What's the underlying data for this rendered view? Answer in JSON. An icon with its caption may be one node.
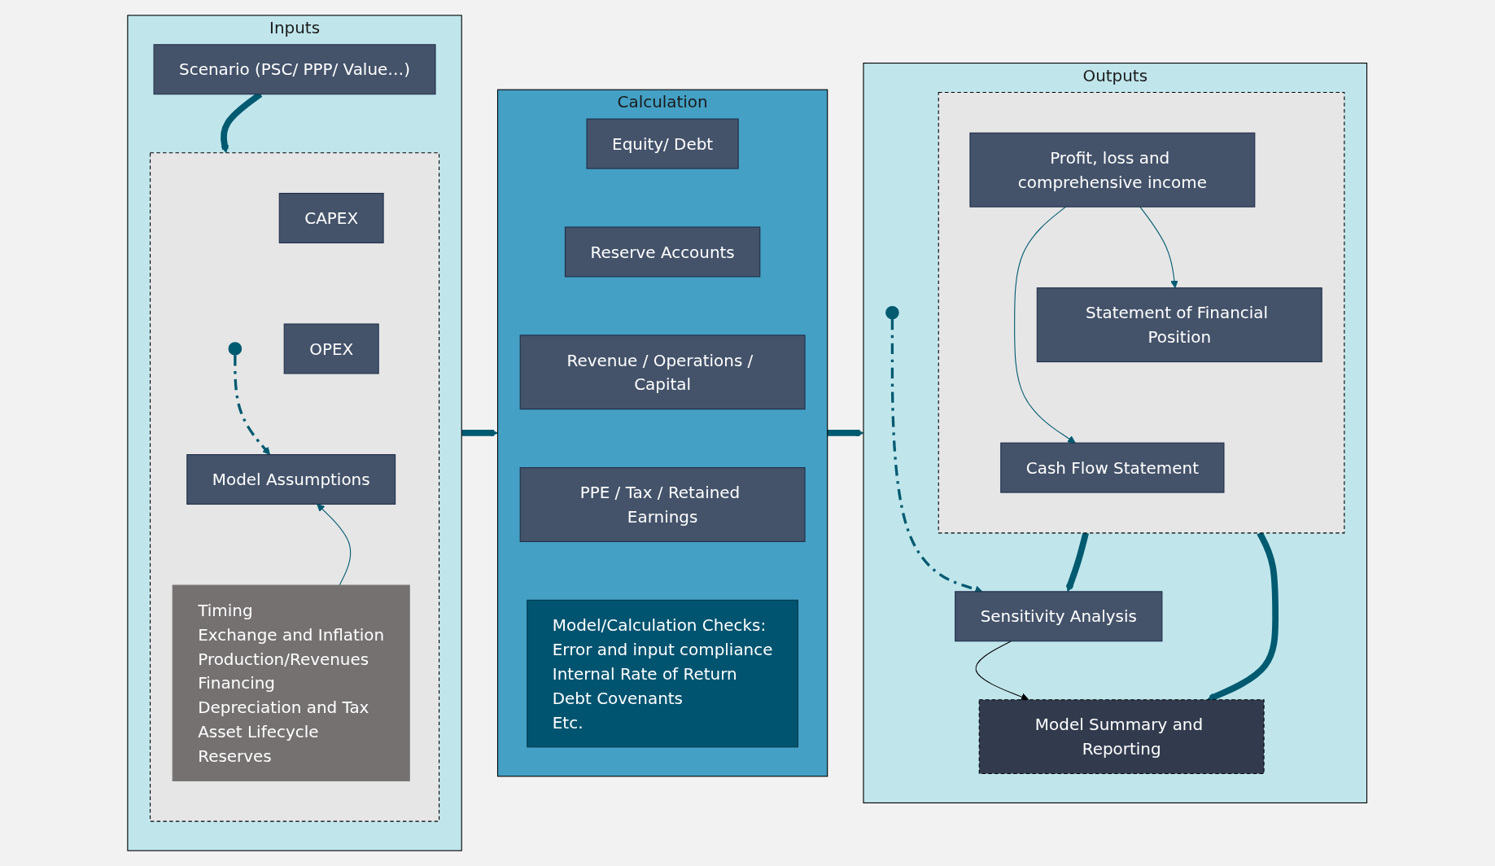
{
  "diagram": {
    "nodes": [
      {
        "text": [
          "Inputs"
        ]
      },
      {
        "text": [
          "Scenario (PSC/ PPP/ Value…)"
        ],
        "in": 0
      },
      {
        "text": [],
        "shape": "box",
        "in": 0
      },
      {
        "text": [
          "CAPEX"
        ],
        "in": 2
      },
      {
        "text": [
          "OPEX"
        ],
        "in": 2
      },
      {
        "text": [
          "Model Assumptions"
        ],
        "in": 2
      },
      {
        "text": [
          "Timing",
          "Exchange and Inflation",
          "Production/Revenues",
          "Financing",
          "Depreciation and Tax",
          "Asset Lifecycle",
          "Reserves"
        ],
        "in": 2
      },
      {
        "text": [
          "Calculation"
        ]
      },
      {
        "text": [
          "Equity/ Debt"
        ],
        "in": 7
      },
      {
        "text": [
          "Reserve Accounts"
        ],
        "in": 7
      },
      {
        "text": [
          "Revenue / Operations / Capital"
        ],
        "in": 7
      },
      {
        "text": [
          "PPE / Tax / Retained Earnings"
        ],
        "in": 7
      },
      {
        "text": [
          "Model/Calculation Checks:",
          "Error and input compliance",
          "Internal Rate of Return",
          "Debt Covenants",
          "Etc."
        ],
        "in": 7
      },
      {
        "text": [
          "Outputs"
        ]
      },
      {
        "text": [],
        "shape": "box",
        "in": 13
      },
      {
        "text": [
          "Profit, loss and comprehensive income"
        ],
        "in": 14
      },
      {
        "text": [
          "Statement of Financial Position"
        ],
        "in": 14
      },
      {
        "text": [
          "Cash Flow Statement"
        ],
        "in": 14
      },
      {
        "text": [
          "Sensitivity Analysis"
        ],
        "in": 13
      },
      {
        "text": [
          "Model Summary and Reporting"
        ],
        "in": 13
      }
    ],
    "edges": [
      {
        "from": 1,
        "to": 2,
        "arrow": "to",
        "style": "thick"
      },
      {
        "from": 6,
        "to": 5,
        "arrow": "to"
      },
      {
        "from": null,
        "to": 5,
        "arrow": "to",
        "style": "dashed"
      },
      {
        "from": 0,
        "to": 7,
        "arrow": "to",
        "style": "thick"
      },
      {
        "from": 7,
        "to": 13,
        "arrow": "to",
        "style": "thick"
      },
      {
        "from": 15,
        "to": 16,
        "arrow": "to"
      },
      {
        "from": 15,
        "to": 17,
        "arrow": "to"
      },
      {
        "from": 14,
        "to": 18,
        "arrow": "to",
        "style": "thick"
      },
      {
        "from": 14,
        "to": 19,
        "arrow": "to",
        "style": "thick"
      },
      {
        "from": null,
        "to": 18,
        "arrow": "to",
        "style": "dashed"
      },
      {
        "from": 18,
        "to": 19,
        "arrow": "to",
        "color": "#000000"
      }
    ]
  }
}
